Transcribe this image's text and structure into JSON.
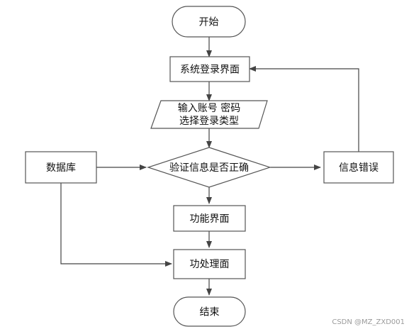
{
  "nodes": {
    "start": "开始",
    "login_screen": "系统登录界面",
    "input_line1": "输入账号 密码",
    "input_line2": "选择登录类型",
    "database": "数据库",
    "verify": "验证信息是否正确",
    "error": "信息错误",
    "function_screen": "功能界面",
    "process_screen": "功处理面",
    "end": "结束"
  },
  "watermark": "CSDN @MZ_ZXD001",
  "colors": {
    "node_fill": "#ffffff",
    "node_stroke": "#555555",
    "edge": "#444444",
    "text": "#111111"
  }
}
